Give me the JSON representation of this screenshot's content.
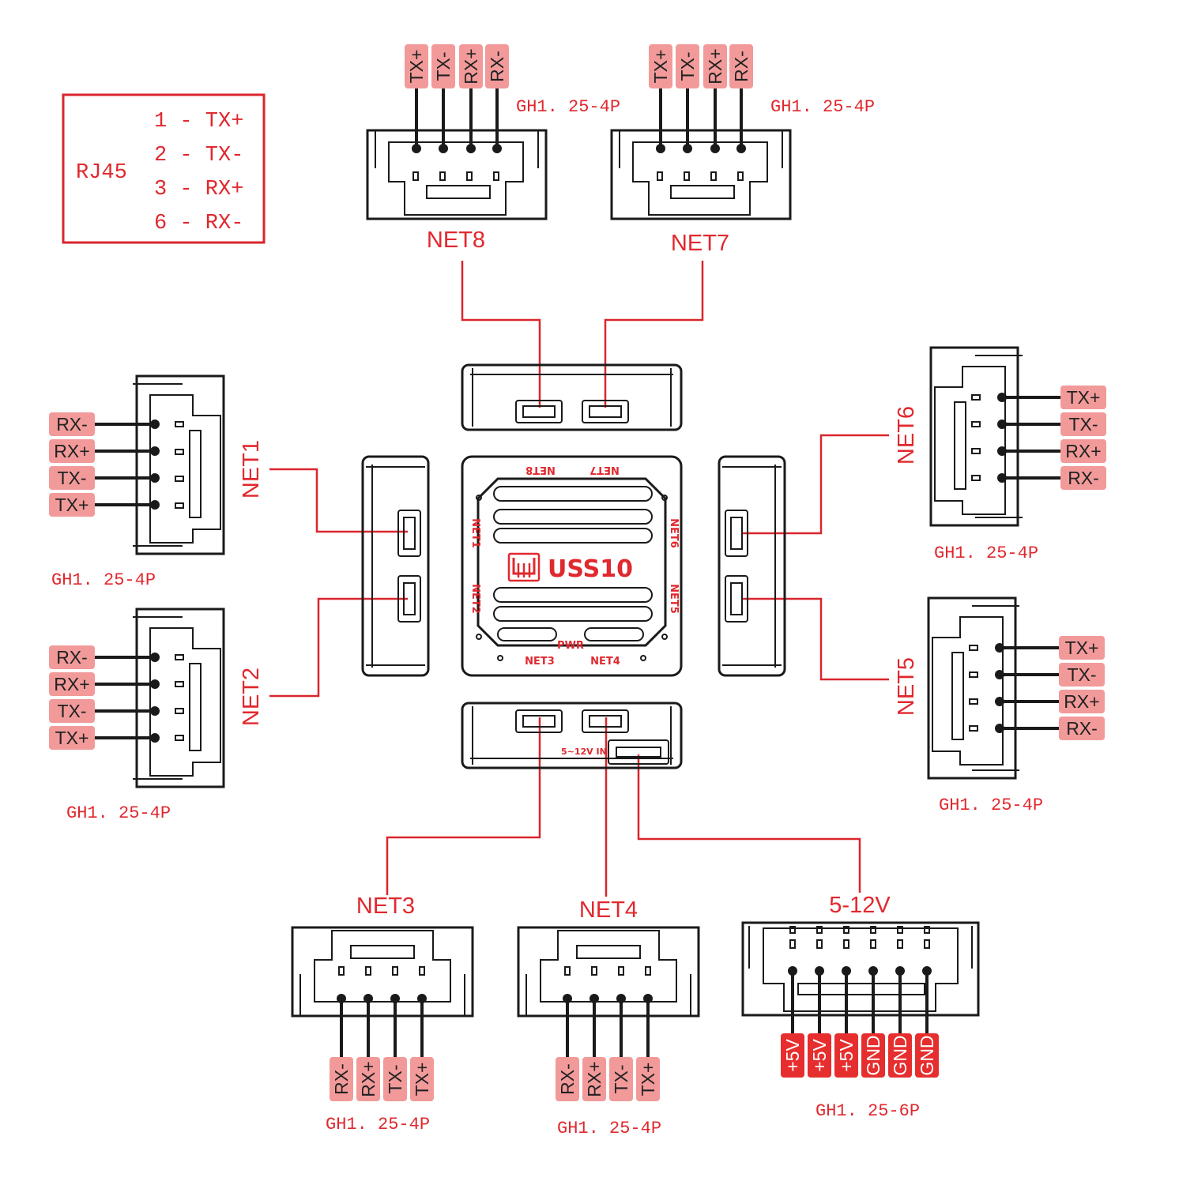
{
  "legend": {
    "title": "RJ45",
    "rows": [
      "1 - TX+",
      "2 - TX-",
      "3 - RX+",
      "6 - RX-"
    ]
  },
  "ports": {
    "net8": {
      "name": "NET8",
      "type": "GH1. 25-4P",
      "pins": [
        "TX+",
        "TX-",
        "RX+",
        "RX-"
      ]
    },
    "net7": {
      "name": "NET7",
      "type": "GH1. 25-4P",
      "pins": [
        "TX+",
        "TX-",
        "RX+",
        "RX-"
      ]
    },
    "net1": {
      "name": "NET1",
      "type": "GH1. 25-4P",
      "pins": [
        "RX-",
        "RX+",
        "TX-",
        "TX+"
      ]
    },
    "net2": {
      "name": "NET2",
      "type": "GH1. 25-4P",
      "pins": [
        "RX-",
        "RX+",
        "TX-",
        "TX+"
      ]
    },
    "net6": {
      "name": "NET6",
      "type": "GH1. 25-4P",
      "pins": [
        "TX+",
        "TX-",
        "RX+",
        "RX-"
      ]
    },
    "net5": {
      "name": "NET5",
      "type": "GH1. 25-4P",
      "pins": [
        "TX+",
        "TX-",
        "RX+",
        "RX-"
      ]
    },
    "net3": {
      "name": "NET3",
      "type": "GH1. 25-4P",
      "pins": [
        "RX-",
        "RX+",
        "TX-",
        "TX+"
      ]
    },
    "net4": {
      "name": "NET4",
      "type": "GH1. 25-4P",
      "pins": [
        "RX-",
        "RX+",
        "TX-",
        "TX+"
      ]
    },
    "power": {
      "name": "5-12V",
      "type": "GH1. 25-6P",
      "pins": [
        "+5V",
        "+5V",
        "+5V",
        "GND",
        "GND",
        "GND"
      ]
    }
  },
  "board": {
    "title": "USS10",
    "labels": {
      "net8": "NET8",
      "net7": "NET7",
      "net1": "NET1",
      "net2": "NET2",
      "net6": "NET6",
      "net5": "NET5",
      "net3": "NET3",
      "net4": "NET4",
      "pwr": "PWR"
    },
    "power_in": "5~12V IN"
  },
  "colors": {
    "accent": "#e0282e",
    "tag": "#f29a9a",
    "power_tag": "#e62e2e",
    "ink": "#1a1a1a"
  }
}
